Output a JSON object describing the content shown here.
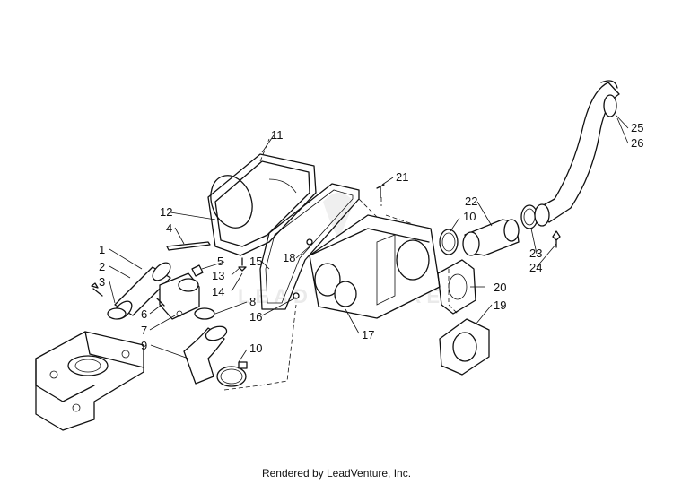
{
  "diagram": {
    "footer": "Rendered by LeadVenture, Inc.",
    "watermark": "LEADVENTURE",
    "labels": [
      "1",
      "2",
      "3",
      "4",
      "5",
      "6",
      "7",
      "8",
      "9",
      "10",
      "10",
      "11",
      "12",
      "13",
      "14",
      "15",
      "16",
      "17",
      "18",
      "19",
      "20",
      "21",
      "22",
      "23",
      "24",
      "25",
      "26"
    ]
  }
}
